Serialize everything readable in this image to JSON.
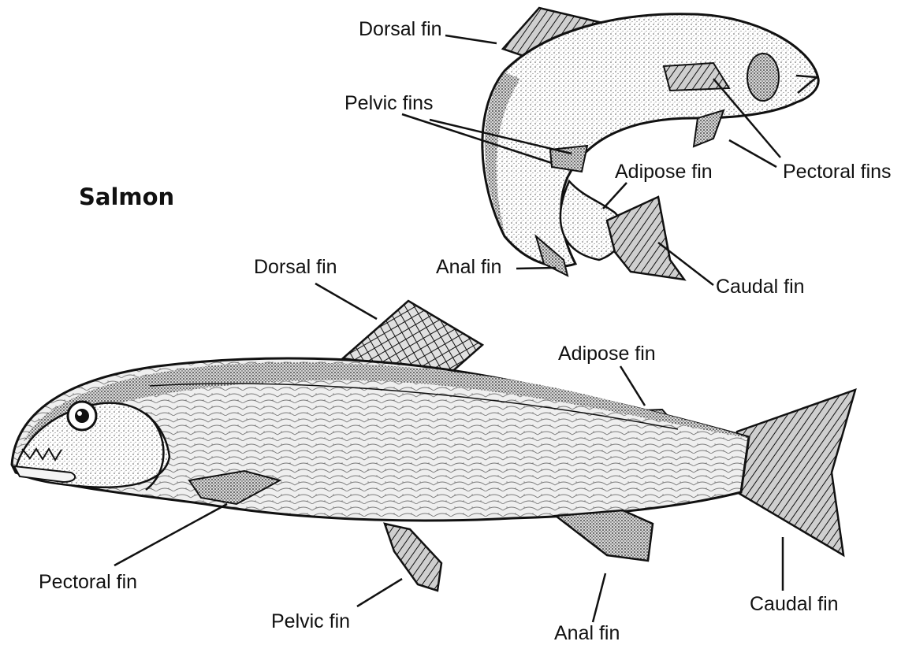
{
  "title": "Salmon",
  "leaping_salmon": {
    "dorsal_fin": "Dorsal fin",
    "pelvic_fins": "Pelvic fins",
    "adipose_fin": "Adipose fin",
    "pectoral_fins": "Pectoral fins",
    "anal_fin": "Anal fin",
    "caudal_fin": "Caudal fin"
  },
  "side_salmon": {
    "dorsal_fin": "Dorsal fin",
    "adipose_fin": "Adipose fin",
    "pectoral_fin": "Pectoral fin",
    "pelvic_fin": "Pelvic fin",
    "anal_fin": "Anal fin",
    "caudal_fin": "Caudal fin"
  }
}
